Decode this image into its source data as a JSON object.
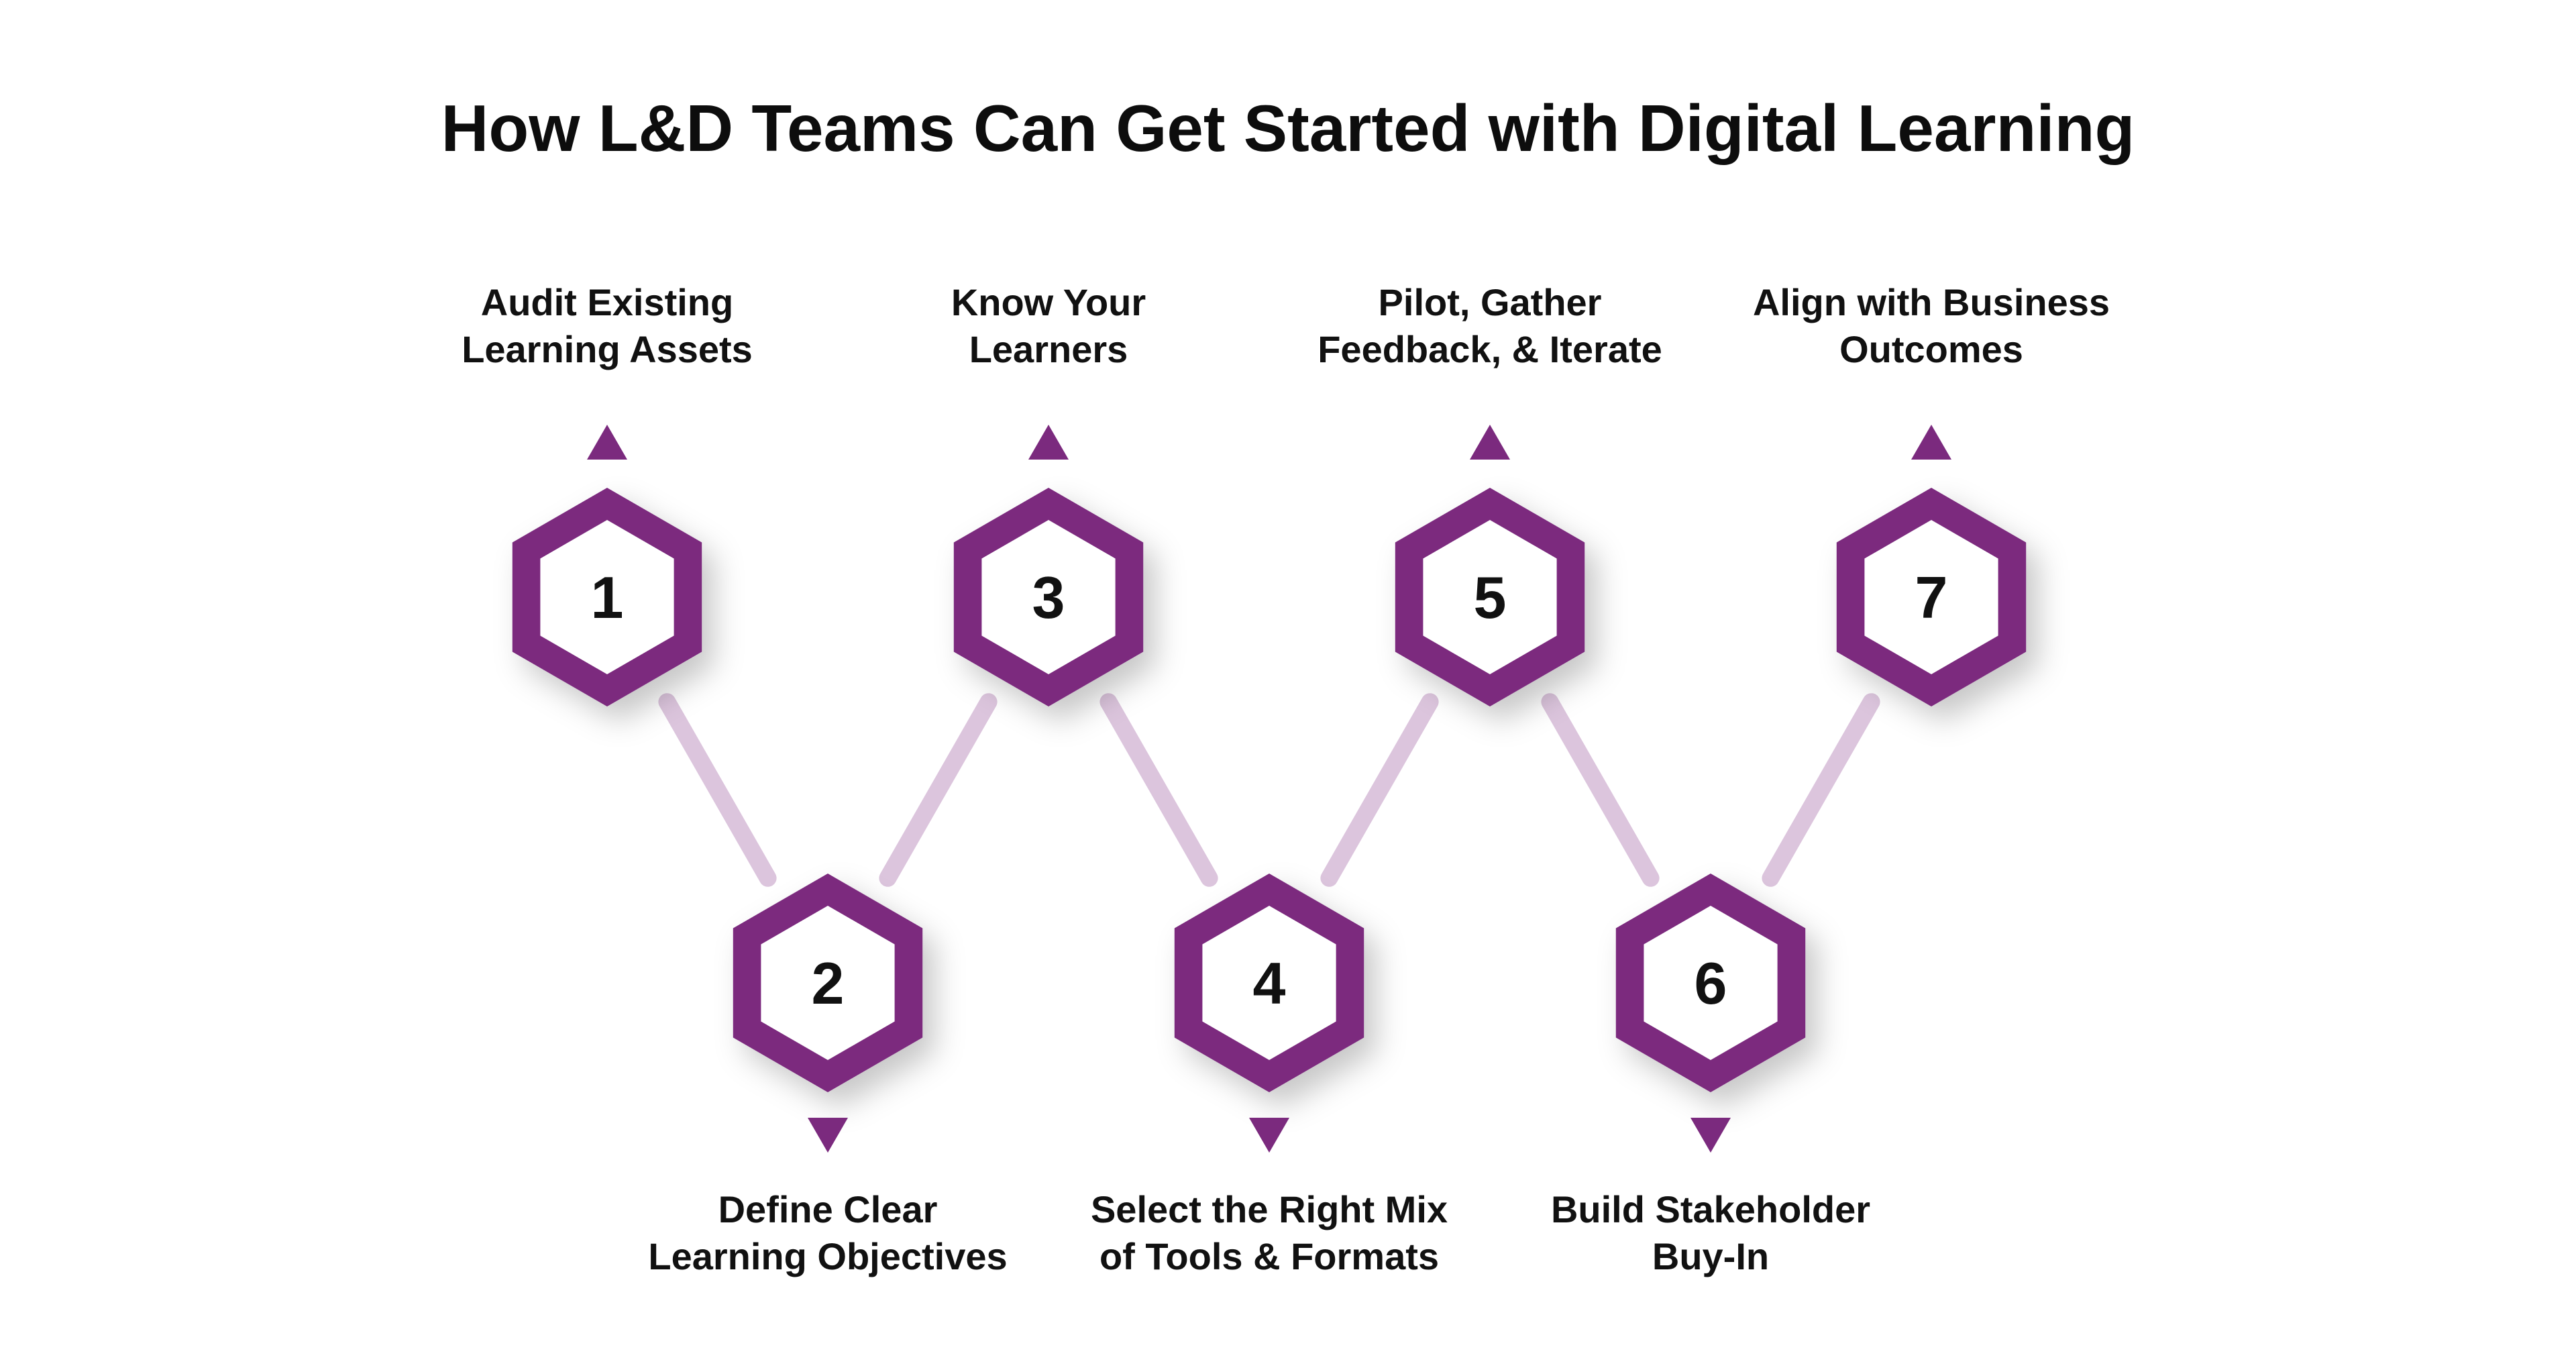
{
  "title": "How L&D Teams Can Get Started with Digital Learning",
  "colors": {
    "hexagon": "#7B2A7E",
    "connector": "#DCC5DD",
    "arrow": "#7B2A7E",
    "inner": "#FFFFFF",
    "text": "#111111"
  },
  "steps": [
    {
      "number": "1",
      "position": "top",
      "label_lines": [
        "Audit Existing",
        "Learning Assets"
      ]
    },
    {
      "number": "2",
      "position": "bottom",
      "label_lines": [
        "Define Clear",
        "Learning Objectives"
      ]
    },
    {
      "number": "3",
      "position": "top",
      "label_lines": [
        "Know Your",
        "Learners"
      ]
    },
    {
      "number": "4",
      "position": "bottom",
      "label_lines": [
        "Select the Right Mix",
        "of Tools & Formats"
      ]
    },
    {
      "number": "5",
      "position": "top",
      "label_lines": [
        "Pilot, Gather",
        "Feedback, & Iterate"
      ]
    },
    {
      "number": "6",
      "position": "bottom",
      "label_lines": [
        "Build Stakeholder",
        "Buy-In"
      ]
    },
    {
      "number": "7",
      "position": "top",
      "label_lines": [
        "Align with Business",
        "Outcomes"
      ]
    }
  ]
}
